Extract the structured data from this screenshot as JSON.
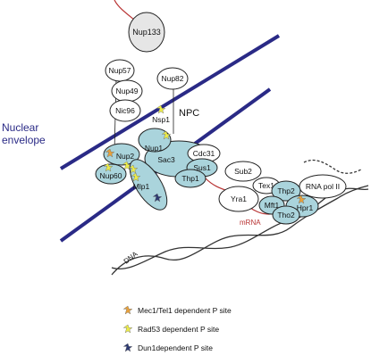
{
  "colors": {
    "envelope": "#2a2a86",
    "nucleoporin_fill": "#ffffff",
    "nup133_fill": "#e6e6e6",
    "complex_fill": "#aad4dc",
    "outline": "#222222",
    "mrna": "#b83232",
    "dna": "#333333",
    "label_blue": "#2a2a86",
    "star_mec1": "#e8a13a",
    "star_rad53": "#ecec48",
    "star_dun1": "#2d3a72"
  },
  "labels": {
    "nuclear_line1": "Nuclear",
    "nuclear_line2": "envelope",
    "npc": "NPC",
    "mrna": "mRNA",
    "dna": "DNA"
  },
  "proteins": {
    "nup133": "Nup133",
    "nup57": "Nup57",
    "nup82": "Nup82",
    "nup49": "Nup49",
    "nic96": "Nic96",
    "nsp1": "Nsp1",
    "nup1": "Nup1",
    "nup2": "Nup2",
    "nup60": "Nup60",
    "mlp1": "Mlp1",
    "sac3": "Sac3",
    "cdc31": "Cdc31",
    "sus1": "Sus1",
    "thp1": "Thp1",
    "sub2": "Sub2",
    "yra1": "Yra1",
    "tex1": "Tex1",
    "thp2": "Thp2",
    "mft1": "Mft1",
    "tho2": "Tho2",
    "hpr1": "Hpr1",
    "rnapol": "RNA pol II"
  },
  "legend": [
    {
      "icon": "star-orange-icon",
      "text": "Mec1/Tel1 dependent P site"
    },
    {
      "icon": "star-yellow-icon",
      "text": "Rad53 dependent P site"
    },
    {
      "icon": "star-navy-icon",
      "text": "Dun1dependent P site"
    }
  ]
}
